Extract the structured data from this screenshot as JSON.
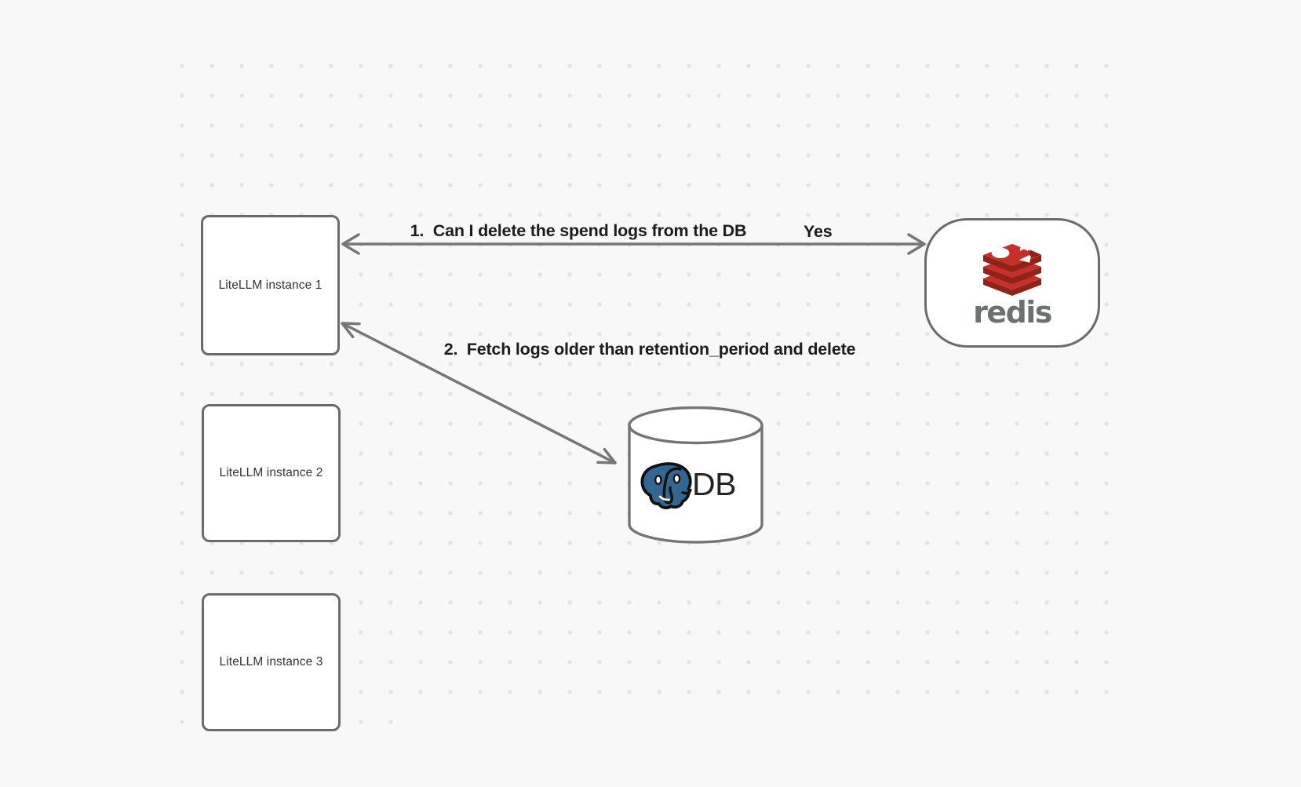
{
  "diagram": {
    "background_color": "#f8f8f8",
    "grid_dot_color": "#e3e3e3",
    "shape_stroke_color": "#6b6b6b",
    "arrow_color": "#767676",
    "label_color": "#1c1c1c",
    "instances": [
      {
        "label": "LiteLLM instance 1"
      },
      {
        "label": "LiteLLM instance 2"
      },
      {
        "label": "LiteLLM instance 3"
      }
    ],
    "redis_node": {
      "icon": "redis-stack-icon",
      "wordmark": "redis",
      "red": "#c6302b",
      "dark_red": "#8f2318",
      "wordmark_color": "#6d7071"
    },
    "db_node": {
      "icon": "postgresql-elephant-icon",
      "label": "DB",
      "postgres_blue": "#336791"
    },
    "edges": [
      {
        "label": "1.  Can I delete the spend logs from the DB",
        "reply": "Yes"
      },
      {
        "label": "2.  Fetch logs older than retention_period and delete"
      }
    ]
  }
}
